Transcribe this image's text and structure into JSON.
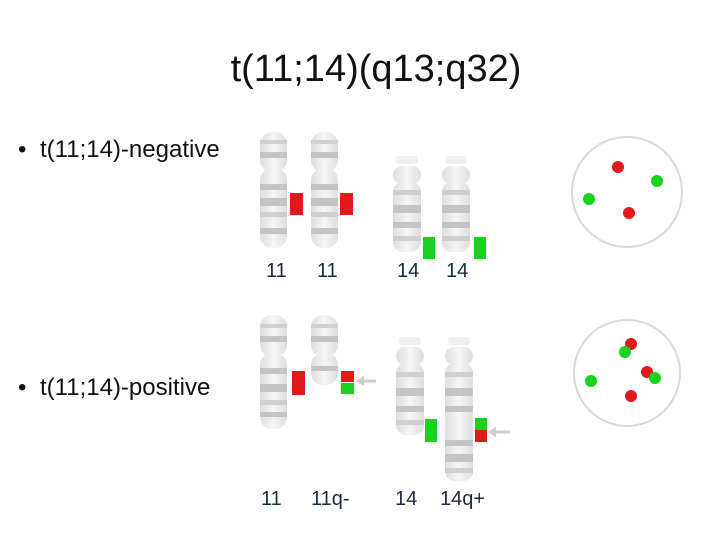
{
  "slide": {
    "title": "t(11;14)(q13;q32)",
    "bullets": {
      "negative": "t(11;14)-negative",
      "positive": "t(11;14)-positive"
    },
    "bullet_glyph": "•"
  },
  "negative_panel": {
    "chromosome_labels": [
      "11",
      "11",
      "14",
      "14"
    ]
  },
  "positive_panel": {
    "chromosome_labels": [
      "11",
      "11q-",
      "14",
      "14q+"
    ]
  },
  "colors": {
    "red_probe": "#e0191b",
    "green_probe": "#19d21e",
    "chromosome_fill": "#eeeeee",
    "band_dark": "#c8c8c8",
    "nucleus_outline": "#d8d8d8",
    "arrow": "#cccccc"
  },
  "icons": {
    "nucleus": "fish-nucleus-circle",
    "arrow": "left-arrow-indicator"
  }
}
